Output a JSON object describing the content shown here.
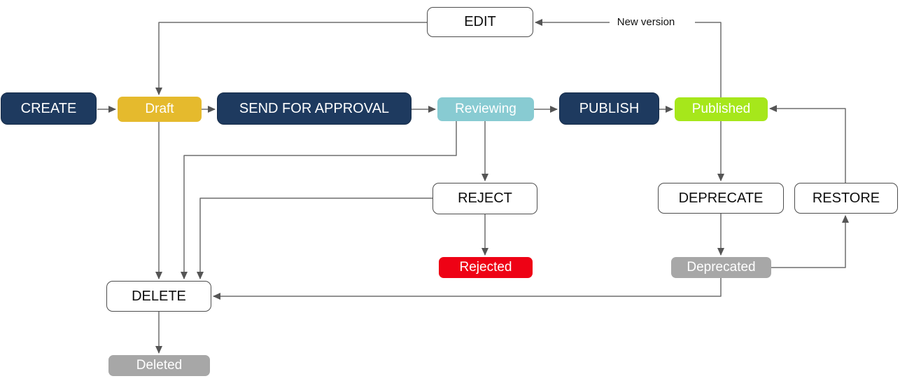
{
  "diagram": {
    "type": "state-flow",
    "nodes": {
      "create": {
        "label": "CREATE",
        "kind": "action",
        "color": "#1e3a5f"
      },
      "draft": {
        "label": "Draft",
        "kind": "state",
        "color": "#e5ba2d"
      },
      "send_for_approval": {
        "label": "SEND FOR APPROVAL",
        "kind": "action",
        "color": "#1e3a5f"
      },
      "reviewing": {
        "label": "Reviewing",
        "kind": "state",
        "color": "#88cbd2"
      },
      "publish": {
        "label": "PUBLISH",
        "kind": "action",
        "color": "#1e3a5f"
      },
      "published": {
        "label": "Published",
        "kind": "state",
        "color": "#a6e71b"
      },
      "edit": {
        "label": "EDIT",
        "kind": "action-outline",
        "color": "#ffffff"
      },
      "reject": {
        "label": "REJECT",
        "kind": "action-outline",
        "color": "#ffffff"
      },
      "rejected": {
        "label": "Rejected",
        "kind": "state",
        "color": "#ee0215"
      },
      "deprecate": {
        "label": "DEPRECATE",
        "kind": "action-outline",
        "color": "#ffffff"
      },
      "restore": {
        "label": "RESTORE",
        "kind": "action-outline",
        "color": "#ffffff"
      },
      "deprecated": {
        "label": "Deprecated",
        "kind": "state",
        "color": "#a7a7a7"
      },
      "delete": {
        "label": "DELETE",
        "kind": "action-outline",
        "color": "#ffffff"
      },
      "deleted": {
        "label": "Deleted",
        "kind": "state",
        "color": "#a7a7a7"
      }
    },
    "edge_labels": {
      "new_version": "New version"
    },
    "edges": [
      {
        "from": "create",
        "to": "draft",
        "label": ""
      },
      {
        "from": "draft",
        "to": "send_for_approval",
        "label": ""
      },
      {
        "from": "send_for_approval",
        "to": "reviewing",
        "label": ""
      },
      {
        "from": "reviewing",
        "to": "publish",
        "label": ""
      },
      {
        "from": "publish",
        "to": "published",
        "label": ""
      },
      {
        "from": "edit",
        "to": "draft",
        "label": ""
      },
      {
        "from": "published",
        "to": "edit",
        "label": "New version"
      },
      {
        "from": "reviewing",
        "to": "reject",
        "label": ""
      },
      {
        "from": "reject",
        "to": "rejected",
        "label": ""
      },
      {
        "from": "published",
        "to": "deprecate",
        "label": ""
      },
      {
        "from": "deprecate",
        "to": "deprecated",
        "label": ""
      },
      {
        "from": "deprecated",
        "to": "restore",
        "label": ""
      },
      {
        "from": "restore",
        "to": "published",
        "label": ""
      },
      {
        "from": "draft",
        "to": "delete",
        "label": ""
      },
      {
        "from": "reviewing",
        "to": "delete",
        "label": ""
      },
      {
        "from": "reject",
        "to": "delete",
        "label": ""
      },
      {
        "from": "deprecated",
        "to": "delete",
        "label": ""
      },
      {
        "from": "delete",
        "to": "deleted",
        "label": ""
      }
    ],
    "colors": {
      "background": "#ffffff",
      "line": "#6e6e6e",
      "arrowhead": "#555555",
      "action_box": "#1e3a5f",
      "draft_state": "#e5ba2d",
      "reviewing_state": "#88cbd2",
      "published_state": "#a6e71b",
      "rejected_state": "#ee0215",
      "terminal_state": "#a7a7a7"
    }
  }
}
